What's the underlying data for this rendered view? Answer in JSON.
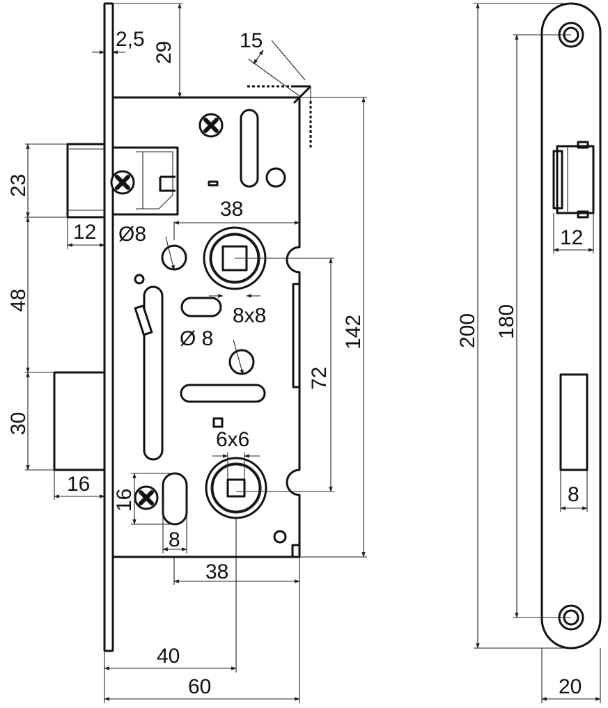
{
  "dimensions": {
    "faceplate_thickness": "2,5",
    "backset_offset": "29",
    "bevel_angle": "15",
    "latch_height": "23",
    "latch_projection": "12",
    "handle_hole_dia": "Ø8",
    "handle_to_edge": "38",
    "handle_square": "8x8",
    "latch_to_handle": "48",
    "case_height": "142",
    "hole_dia_middle": "Ø 8",
    "handle_to_key": "72",
    "bolt_height": "30",
    "key_square": "6x6",
    "bolt_projection": "16",
    "slot_height": "16",
    "slot_width": "8",
    "key_to_edge": "38",
    "backset": "40",
    "case_depth": "60",
    "plate_height": "200",
    "screw_spacing": "180",
    "plate_latch_width": "12",
    "plate_bolt_width": "8",
    "plate_width": "20"
  }
}
